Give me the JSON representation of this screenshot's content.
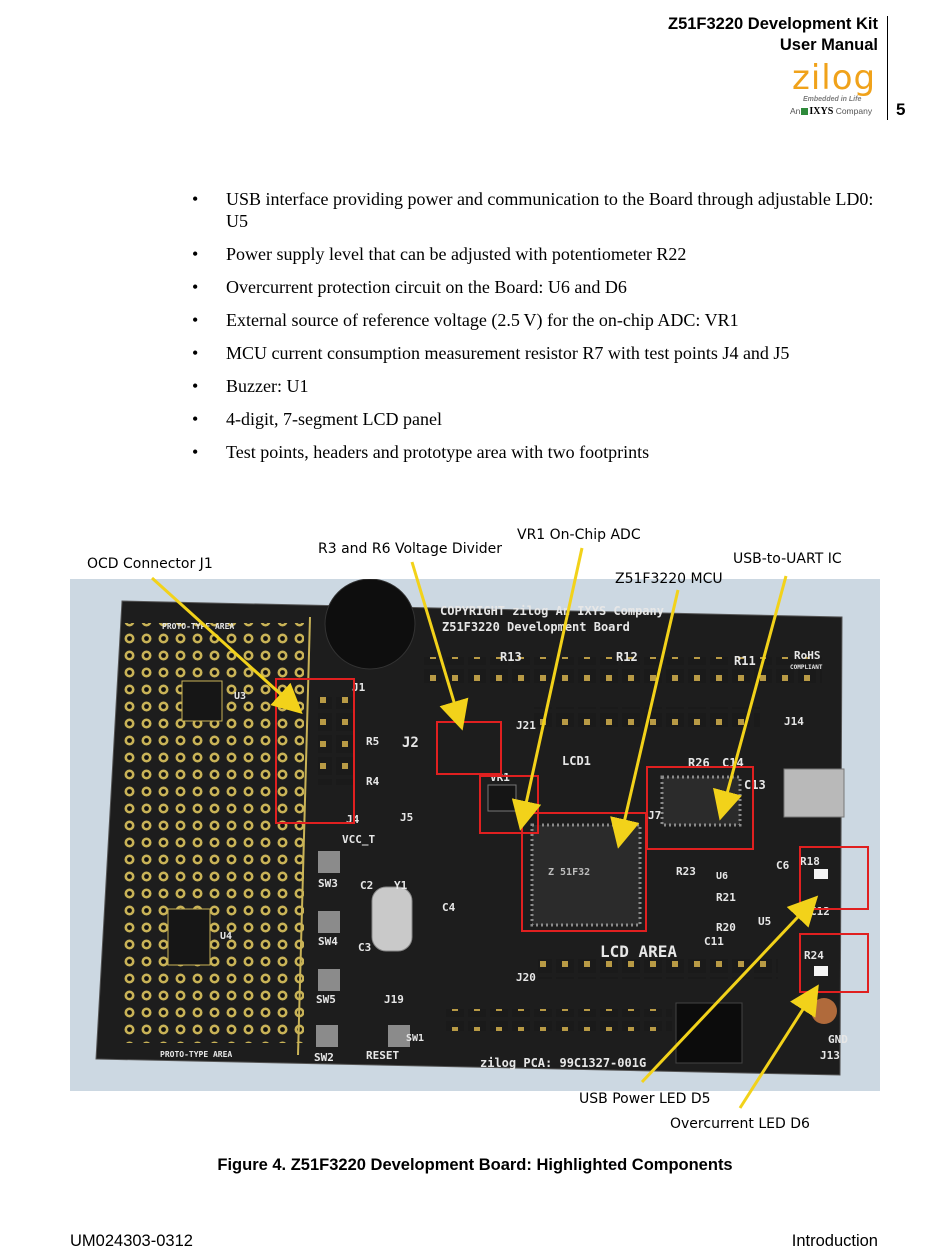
{
  "header": {
    "title_line1": "Z51F3220 Development Kit",
    "title_line2": "User Manual",
    "page_number": "5",
    "logo": {
      "word": "zilog",
      "tagline": "Embedded in Life",
      "company_prefix": "An",
      "company_name": "IXYS",
      "company_suffix": "Company"
    }
  },
  "bullets": [
    "USB interface providing power and communication to the Board through adjustable LD0: U5",
    "Power supply level that can be adjusted with potentiometer R22",
    "Overcurrent protection circuit on the Board: U6 and D6",
    "External source of reference voltage (2.5 V) for the on-chip ADC: VR1",
    "MCU current consumption measurement resistor R7 with test points J4 and J5",
    "Buzzer: U1",
    "4-digit, 7-segment LCD panel",
    "Test points, headers and prototype area with two footprints"
  ],
  "figure": {
    "callouts": {
      "ocd": "OCD Connector J1",
      "divider": "R3 and R6 Voltage Divider",
      "vr1": "VR1 On-Chip ADC",
      "mcu": "Z51F3220 MCU",
      "usb_uart": "USB-to-UART IC",
      "usb_led": "USB Power LED D5",
      "oc_led": "Overcurrent LED D6"
    },
    "board_text": {
      "copyright": "COPYRIGHT zilog An IXYS Company",
      "board_name": "Z51F3220 Development Board",
      "proto_top": "PROTO-TYPE AREA",
      "proto_bottom": "PROTO-TYPE AREA",
      "lcd_area": "LCD AREA",
      "lcd1": "LCD1",
      "pca": "zilog PCA: 99C1327-001G",
      "rohs": "RoHS",
      "rohs2": "COMPLIANT",
      "mcu_chip": "Z 51F32",
      "reset": "RESET",
      "vcc_t": "VCC_T",
      "gnd": "GND",
      "j1": "J1",
      "j2": "J2",
      "j4": "J4",
      "j5": "J5",
      "j7": "J7",
      "j13": "J13",
      "j14": "J14",
      "j19": "J19",
      "j20": "J20",
      "j21": "J21",
      "sw1": "SW1",
      "sw2": "SW2",
      "sw3": "SW3",
      "sw4": "SW4",
      "sw5": "SW5",
      "u3": "U3",
      "u4": "U4",
      "u5": "U5",
      "u6": "U6",
      "r5": "R5",
      "r4": "R4",
      "r13": "R13",
      "r12": "R12",
      "r11": "R11",
      "r26": "R26",
      "r18": "R18",
      "r24": "R24",
      "r21": "R21",
      "r20": "R20",
      "r23": "R23",
      "c14": "C14",
      "c13": "C13",
      "c6": "C6",
      "c2": "C2",
      "c3": "C3",
      "c4": "C4",
      "c11": "C11",
      "c12": "C12",
      "y1": "Y1",
      "vr1": "VR1"
    }
  },
  "caption": "Figure 4. Z51F3220 Development Board: Highlighted Components",
  "footer": {
    "left": "UM024303-0312",
    "right": "Introduction"
  }
}
